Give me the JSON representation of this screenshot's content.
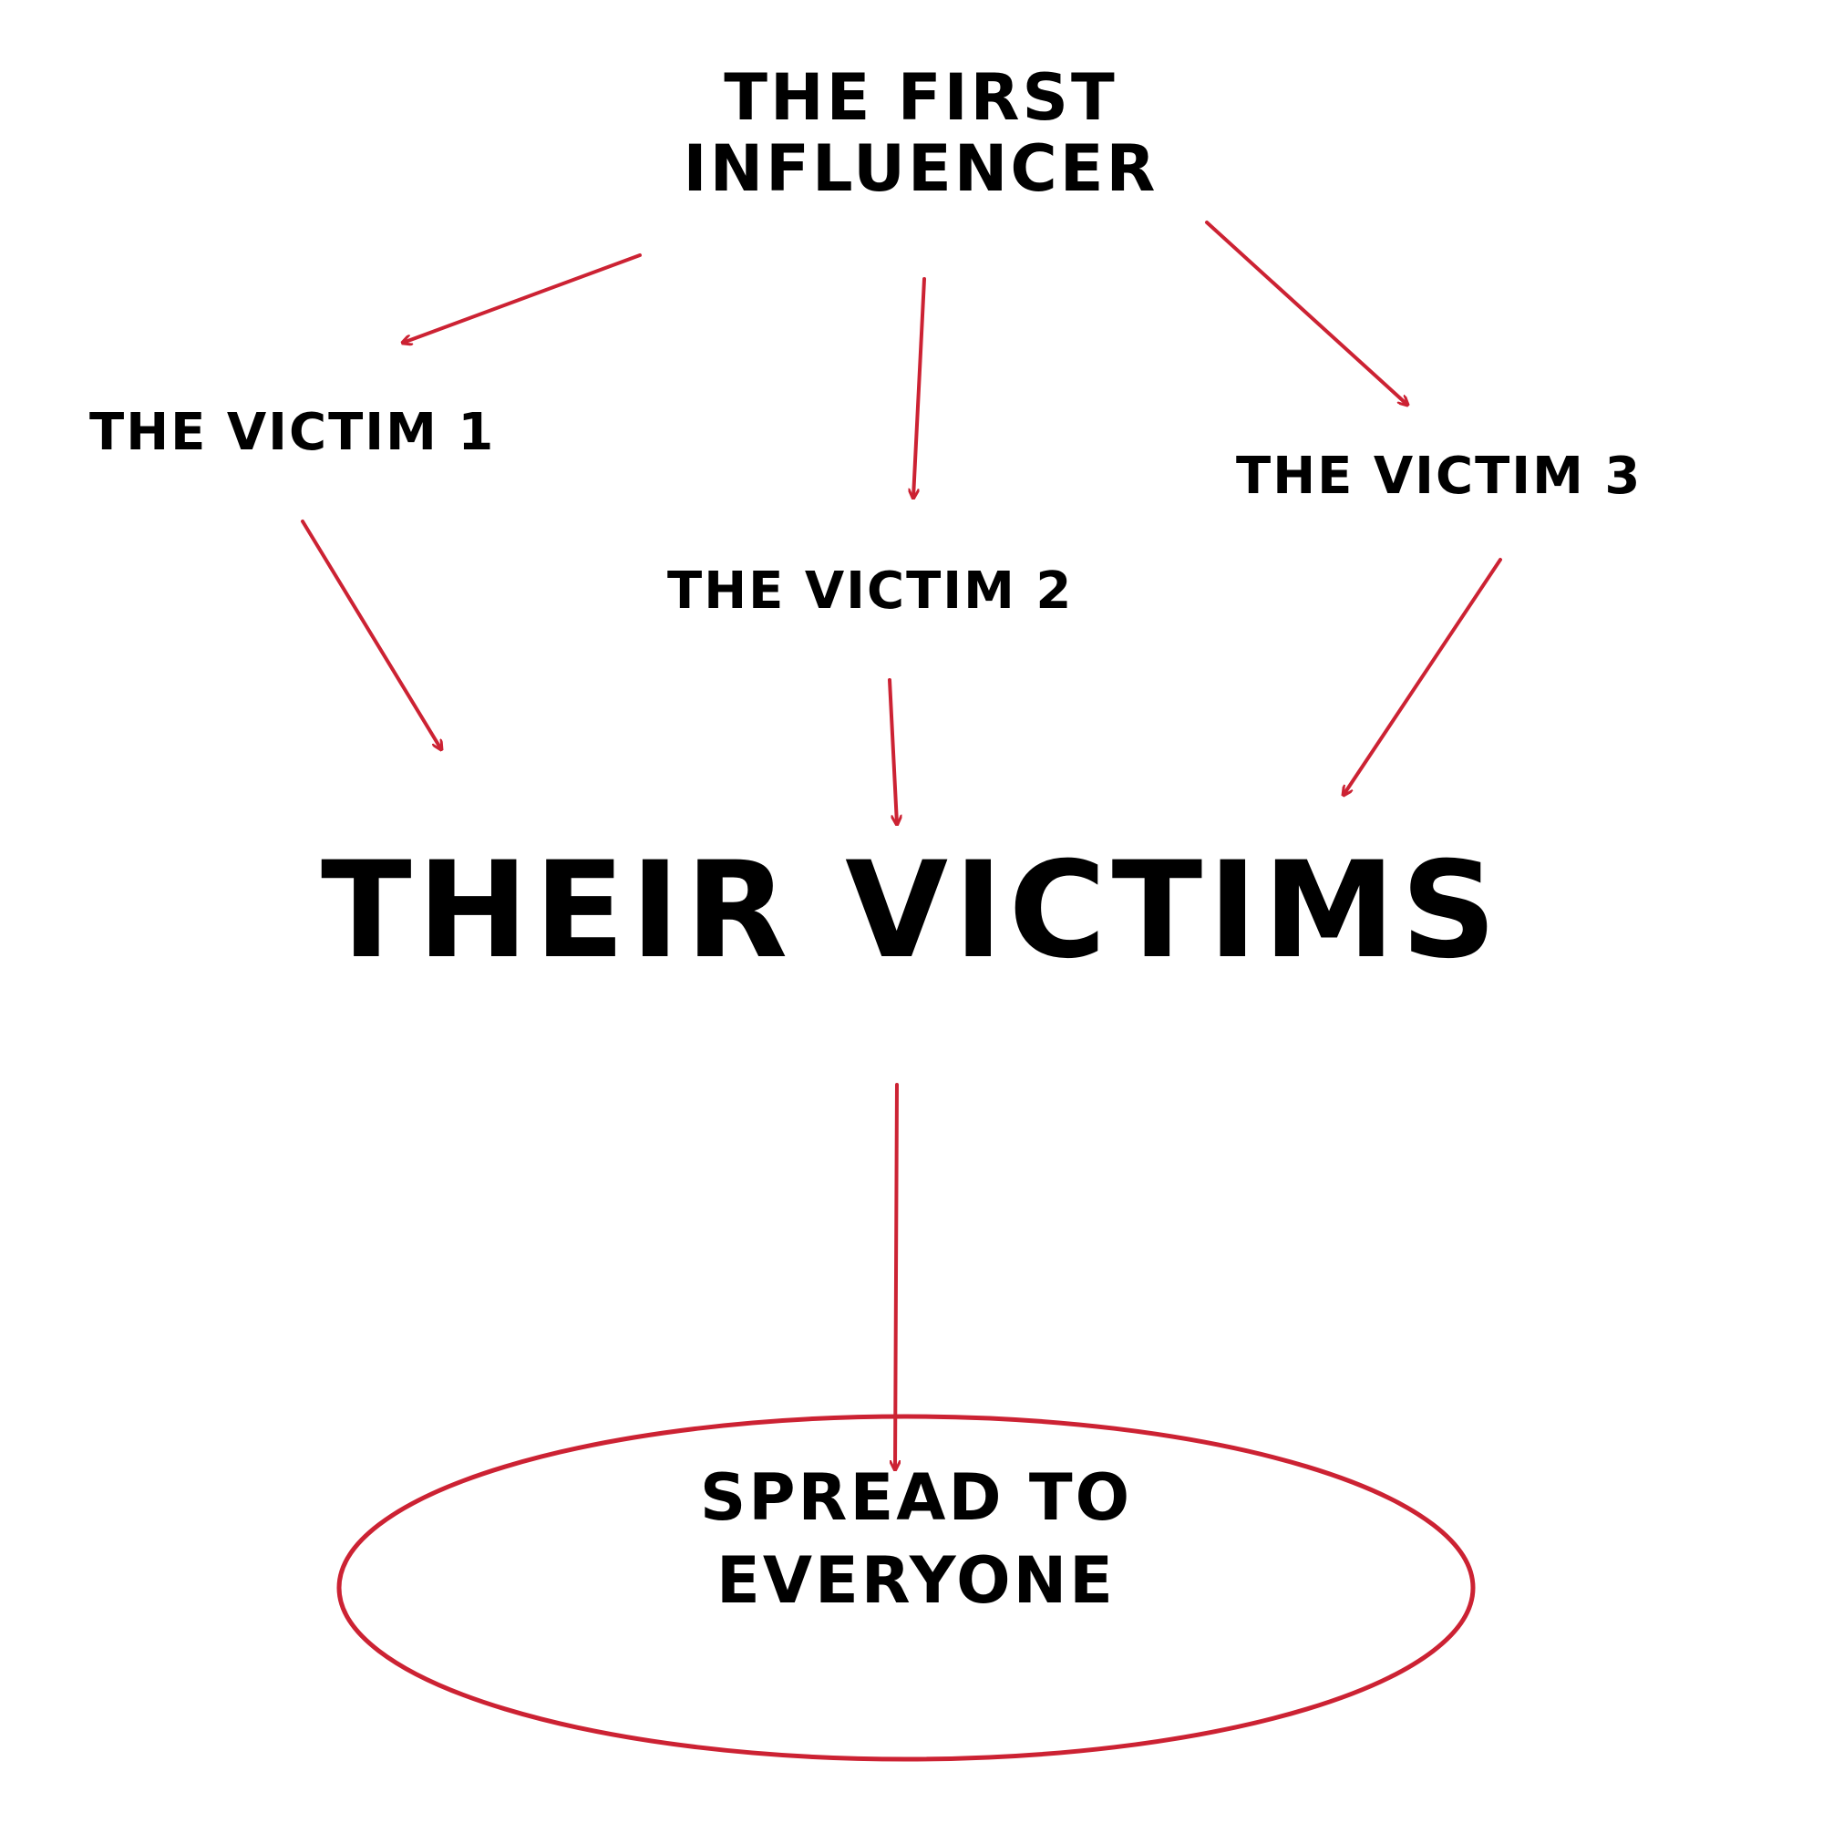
{
  "nodes": {
    "first_influencer": {
      "line1": "The first",
      "line2": "influencer"
    },
    "victim_1": "THE Victim 1",
    "victim_2": "THE Victim 2",
    "victim_3": "THE victim 3",
    "their_victims": "THEIR VICTIMS",
    "spread": {
      "line1": "Spread to",
      "line2": "everyone"
    }
  },
  "edges": [
    {
      "from": "first_influencer",
      "to": "victim_1"
    },
    {
      "from": "first_influencer",
      "to": "victim_2"
    },
    {
      "from": "first_influencer",
      "to": "victim_3"
    },
    {
      "from": "victim_1",
      "to": "their_victims"
    },
    {
      "from": "victim_2",
      "to": "their_victims"
    },
    {
      "from": "victim_3",
      "to": "their_victims"
    },
    {
      "from": "their_victims",
      "to": "spread"
    }
  ],
  "colors": {
    "arrow": "#cc2233",
    "ellipse": "#cc2233",
    "text": "#000000",
    "background": "#ffffff"
  }
}
